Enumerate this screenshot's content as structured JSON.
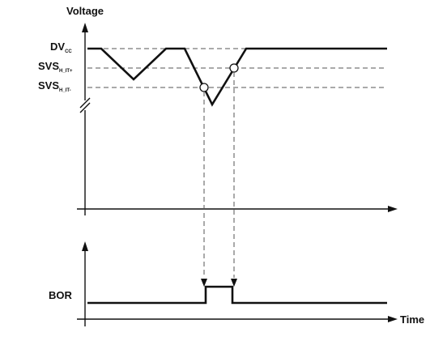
{
  "labels": {
    "voltage_axis": "Voltage",
    "time_axis": "Time",
    "bor_signal": "BOR",
    "dvcc_main": "DV",
    "dvcc_sub": "CC",
    "svs_high_main": "SVS",
    "svs_high_sub": "H_IT+",
    "svs_low_main": "SVS",
    "svs_low_sub": "H_IT-"
  },
  "colors": {
    "line": "#111111",
    "dashed": "#555555",
    "background": "#ffffff"
  }
}
